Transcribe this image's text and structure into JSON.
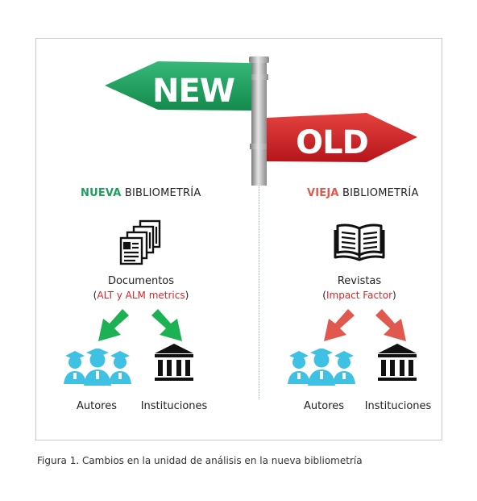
{
  "sign": {
    "new_text": "NEW",
    "old_text": "OLD"
  },
  "left": {
    "heading_highlight": "NUEVA",
    "heading_rest": " BIBLIOMETRÍA",
    "unit_label": "Documentos",
    "metric_open": "(",
    "metric": "ALT y ALM metrics",
    "metric_close": ")",
    "output_1": "Autores",
    "output_2": "Instituciones"
  },
  "right": {
    "heading_highlight": "VIEJA",
    "heading_rest": " BIBLIOMETRÍA",
    "unit_label": "Revistas",
    "metric_open": "(",
    "metric": "Impact Factor",
    "metric_close": ")",
    "output_1": "Autores",
    "output_2": "Instituciones"
  },
  "caption": "Figura 1. Cambios en la unidad de análisis en la nueva bibliometría",
  "colors": {
    "new_green": "#1aa05a",
    "old_red": "#d7262a",
    "arrow_green": "#1cb153",
    "arrow_red": "#e0584e",
    "people_blue": "#3fc1e3"
  },
  "icons": [
    "documents-icon",
    "book-icon",
    "people-icon",
    "institution-icon",
    "arrow-icon"
  ]
}
